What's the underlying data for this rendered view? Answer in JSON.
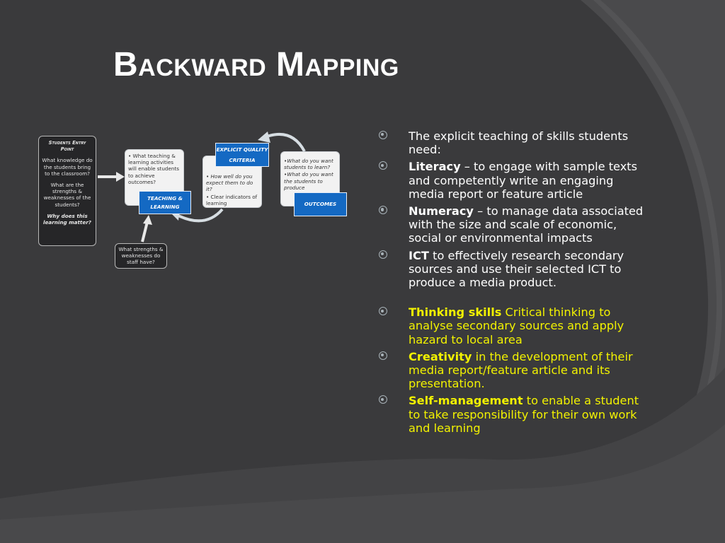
{
  "slide": {
    "title": "Backward Mapping"
  },
  "diagram": {
    "entry": {
      "heading": "Students Entry Point",
      "q1": "What knowledge do the students bring to the classroom?",
      "q2": "What are the strengths & weaknesses of the students?",
      "q3": "Why does this learning matter?"
    },
    "teaching_box": "• What teaching & learning activities will enable students to achieve outcomes?",
    "teaching_label_1": "TEACHING &",
    "teaching_label_2": "LEARNING",
    "criteria_label_1": "EXPLICIT QUALITY",
    "criteria_label_2": "CRITERIA",
    "criteria_box_1": "• How well do you expect them to do it?",
    "criteria_box_2": "• Clear indicators of learning",
    "outcomes_box_1": "•What do you want students to learn?",
    "outcomes_box_2": "•What do you want the students to produce",
    "outcomes_label": "OUTCOMES",
    "staff_box": "What strengths & weaknesses do staff have?"
  },
  "bullets": [
    {
      "keyword": "",
      "text": "The explicit teaching of skills students need:"
    },
    {
      "keyword": "Literacy",
      "text": " – to engage with sample texts and competently write an engaging media report or feature article"
    },
    {
      "keyword": "Numeracy",
      "text": " – to manage data associated with the size and scale of economic, social or environmental impacts"
    },
    {
      "keyword": "ICT",
      "text": " to effectively research secondary sources and use their selected ICT to produce a media product."
    },
    {
      "keyword": "Thinking skills",
      "text": " Critical thinking to analyse secondary sources and apply hazard to local area"
    },
    {
      "keyword": "Creativity",
      "text": " in the development of their media report/feature article and its presentation."
    },
    {
      "keyword": "Self-management",
      "text": " to enable a student to take responsibility for their own work and learning"
    }
  ],
  "colors": {
    "background": "#3a3a3c",
    "accent_yellow": "#f2f200",
    "box_blue": "#1469c3"
  }
}
